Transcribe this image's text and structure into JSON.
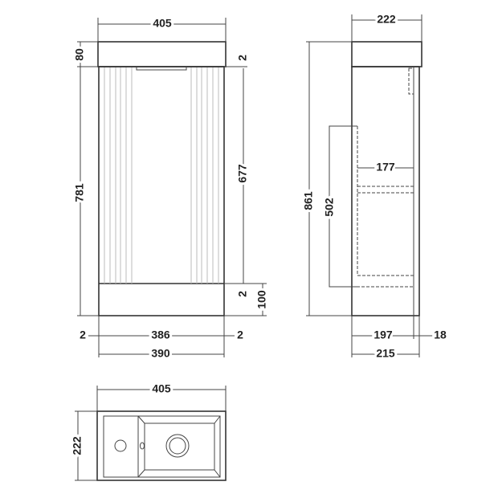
{
  "front_view": {
    "width_top": "405",
    "basin_height": "80",
    "gap_top": "2",
    "door_height": "677",
    "gap_bottom": "2",
    "plinth_height": "100",
    "total_height": "781",
    "gap_left": "2",
    "door_width": "386",
    "gap_right": "2",
    "cabinet_width": "390"
  },
  "side_view": {
    "depth_top": "222",
    "total_height": "861",
    "cutout_height": "502",
    "inner_depth": "177",
    "body_depth": "197",
    "door_thickness": "18",
    "cabinet_depth": "215"
  },
  "plan_view": {
    "width": "405",
    "depth": "222"
  }
}
